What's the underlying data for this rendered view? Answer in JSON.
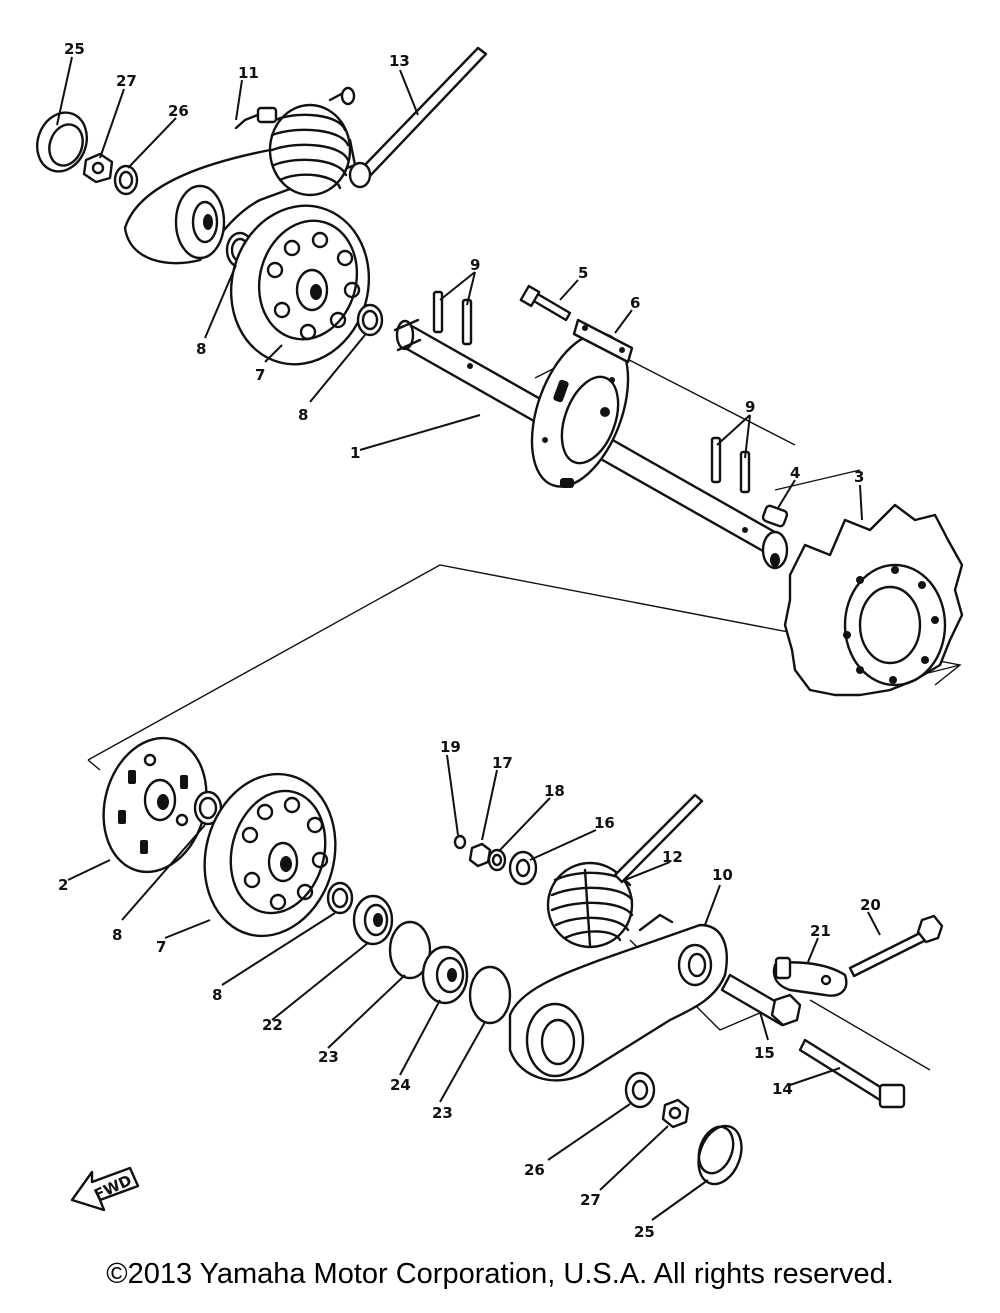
{
  "diagram": {
    "labels": {
      "l1": "1",
      "l2": "2",
      "l3": "3",
      "l4": "4",
      "l5": "5",
      "l6": "6",
      "l7a": "7",
      "l7b": "7",
      "l8a": "8",
      "l8b": "8",
      "l8c": "8",
      "l8d": "8",
      "l9a": "9",
      "l9b": "9",
      "l10": "10",
      "l11": "11",
      "l12": "12",
      "l13": "13",
      "l14": "14",
      "l15": "15",
      "l16": "16",
      "l17": "17",
      "l18": "18",
      "l19": "19",
      "l20": "20",
      "l21": "21",
      "l22": "22",
      "l23a": "23",
      "l23b": "23",
      "l24": "24",
      "l25a": "25",
      "l25b": "25",
      "l26a": "26",
      "l26b": "26",
      "l27a": "27",
      "l27b": "27"
    },
    "fwd": "FWD"
  },
  "footer": {
    "copyright": "©2013 Yamaha Motor Corporation, U.S.A. All rights reserved."
  }
}
